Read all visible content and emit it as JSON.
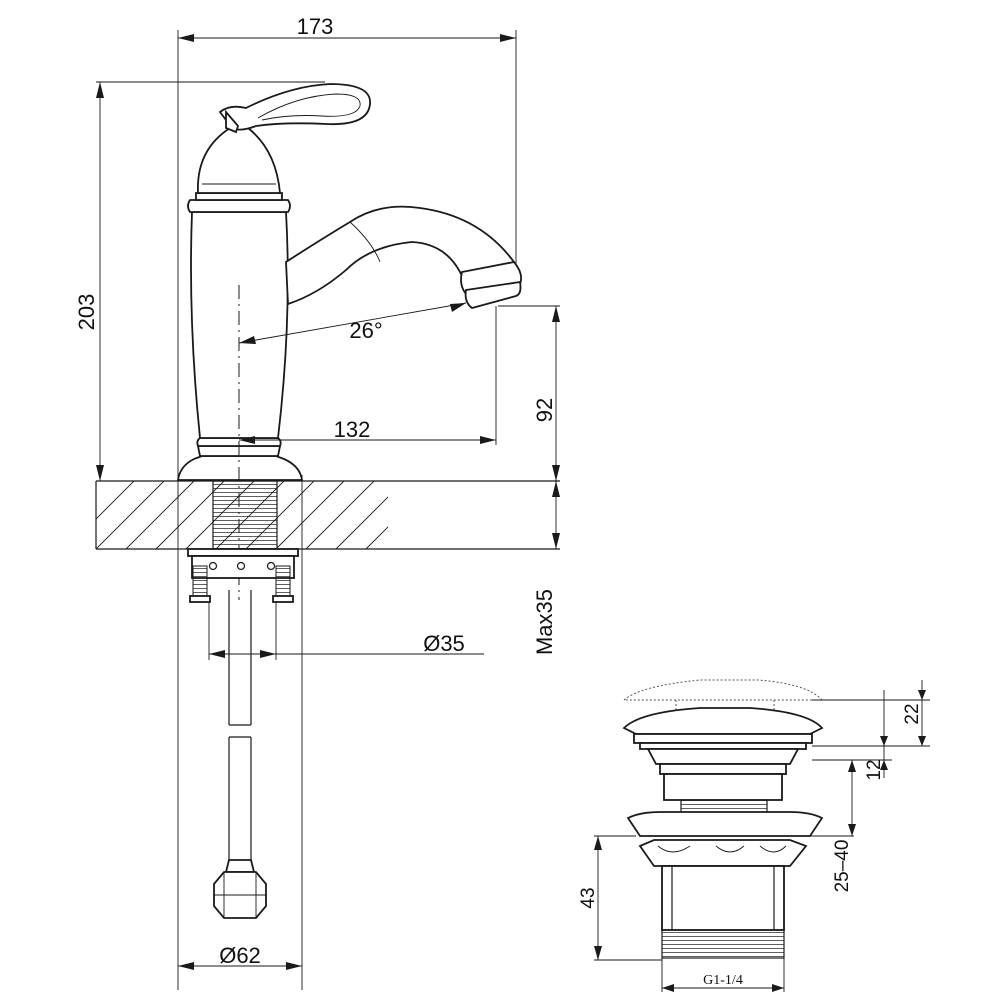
{
  "faucet": {
    "width_overall": "173",
    "height_overall": "203",
    "spout_angle": "26°",
    "spout_reach": "132",
    "spout_height": "92",
    "max_counter_thickness": "Max35",
    "shank_diameter": "Ø35",
    "base_diameter": "Ø62"
  },
  "drain": {
    "cap_height": "22",
    "flange_height": "12",
    "basin_thickness_range": "25–40",
    "body_height": "43",
    "thread_size": "G1-1/4"
  }
}
